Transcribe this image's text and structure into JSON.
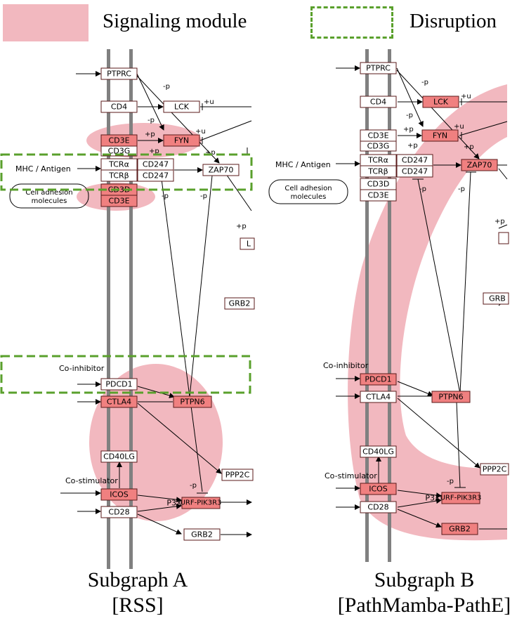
{
  "legend": {
    "signaling_label": "Signaling module",
    "disruption_label": "Disruption",
    "signaling_color": "#f2b8bf",
    "disruption_color": "#5aa02c"
  },
  "node_colors": {
    "highlight_fill": "#f08080",
    "plain_fill": "#ffffff",
    "border": "#5a1a1a"
  },
  "subgraph_a": {
    "caption_line1": "Subgraph A",
    "caption_line2": "[RSS]",
    "nodes": {
      "ptprc": "PTPRC",
      "cd4": "CD4",
      "lck": "LCK",
      "cd3e": "CD3E",
      "fyn": "FYN",
      "cd3g": "CD3G",
      "tcra": "TCRα",
      "tcrb": "TCRβ",
      "cd247_1": "CD247",
      "cd247_2": "CD247",
      "zap70": "ZAP70",
      "cd3d": "CD3D",
      "cd3e_2": "CD3E",
      "grb2_top": "GRB2",
      "pdcd1": "PDCD1",
      "ctla4": "CTLA4",
      "ptpn6": "PTPN6",
      "cd40lg": "CD40LG",
      "ppp2c": "PPP2C",
      "icos": "ICOS",
      "p3x": "P3X",
      "pik3r3": "URF-PIK3R3",
      "cd28": "CD28",
      "grb2": "GRB2",
      "l_box": "L"
    },
    "labels": {
      "mhc": "MHC / Antigen",
      "adhesion_1": "Cell adhesion",
      "adhesion_2": "molecules",
      "co_inhibitor": "Co-inhibitor",
      "co_stimulator": "Co-stimulator",
      "p": "-p",
      "plus_p": "+p",
      "plus_u": "+u"
    }
  },
  "subgraph_b": {
    "caption_line1": "Subgraph B",
    "caption_line2": "[PathMamba-PathE]",
    "nodes": {
      "ptprc": "PTPRC",
      "cd4": "CD4",
      "lck": "LCK",
      "cd3e": "CD3E",
      "fyn": "FYN",
      "cd3g": "CD3G",
      "tcra": "TCRα",
      "tcrb": "TCRβ",
      "cd247_1": "CD247",
      "cd247_2": "CD247",
      "zap70": "ZAP70",
      "cd3d": "CD3D",
      "cd3e_2": "CD3E",
      "grb2_top": "GRB",
      "pdcd1": "PDCD1",
      "ctla4": "CTLA4",
      "ptpn6": "PTPN6",
      "cd40lg": "CD40LG",
      "ppp2c": "PPP2C",
      "icos": "ICOS",
      "p3x": "P3X",
      "pik3r3": "URF-PIK3R3",
      "cd28": "CD28",
      "grb2": "GRB2"
    },
    "labels": {
      "mhc": "MHC / Antigen",
      "adhesion_1": "Cell adhesion",
      "adhesion_2": "molecules",
      "co_inhibitor": "Co-inhibitor",
      "co_stimulator": "Co-stimulator",
      "p": "-p",
      "plus_p": "+p",
      "plus_u": "+u"
    }
  }
}
